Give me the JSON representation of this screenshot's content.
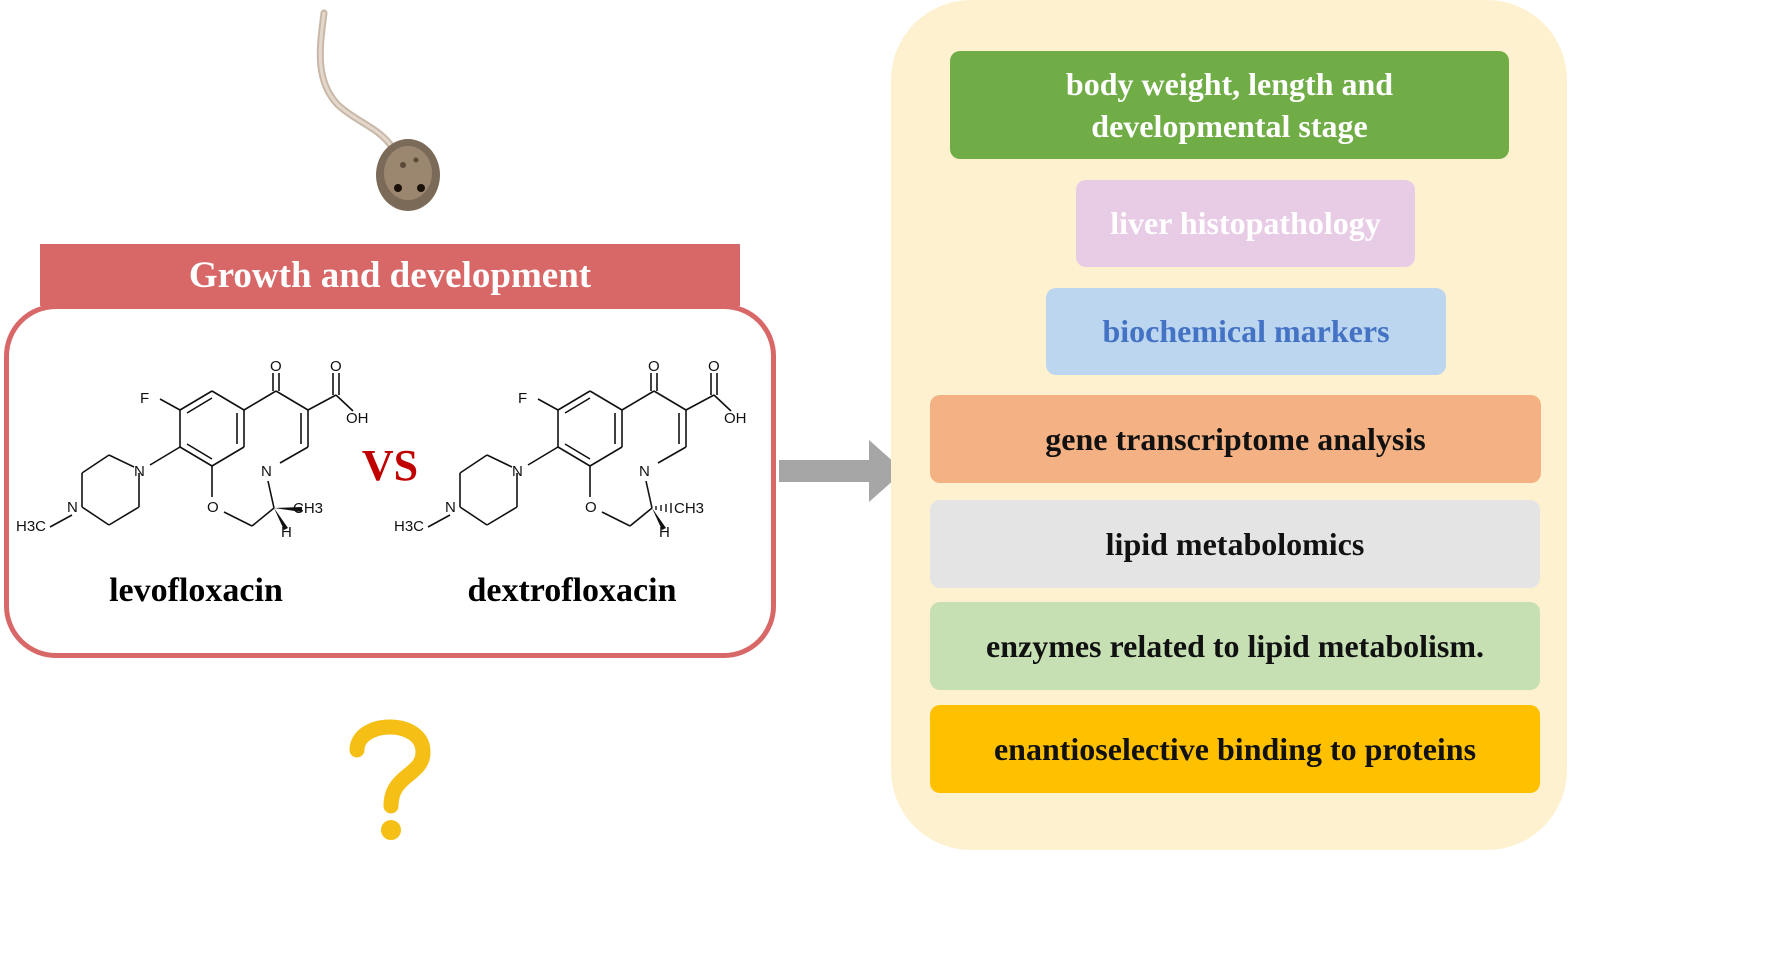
{
  "left_section": {
    "header": "Growth and development",
    "comparison_word": "VS",
    "drugs": [
      {
        "name": "levofloxacin"
      },
      {
        "name": "dextrofloxacin"
      }
    ],
    "molecule_atoms": {
      "fluorine": "F",
      "oxygen": "O",
      "hydroxyl": "OH",
      "nitrogen": "N",
      "methyl_amine": "H3C",
      "methyl": "CH3",
      "hydrogen": "H"
    },
    "question_mark": "?"
  },
  "right_section": {
    "endpoints": [
      {
        "line1": "body weight, length and",
        "line2": "developmental stage"
      },
      {
        "label": "liver histopathology"
      },
      {
        "label": "biochemical markers"
      },
      {
        "label": "gene transcriptome analysis"
      },
      {
        "label": "lipid metabolomics"
      },
      {
        "label": "enzymes  related to lipid metabolism."
      },
      {
        "label": "enantioselective binding to proteins"
      }
    ]
  },
  "colors": {
    "header_red": "#d86868",
    "vs_red": "#c00000",
    "question_gold": "#f5bf16",
    "arrow_gray": "#a6a6a6",
    "panel_cream": "#fef1cf",
    "green": "#71ad47",
    "pink": "#e8cce6",
    "light_blue": "#bbd6ee",
    "blue_text": "#4472c4",
    "orange": "#f4b183",
    "gray": "#e4e4e4",
    "light_green": "#c6e0b4",
    "gold": "#ffc000"
  },
  "icons": {
    "organism": "tadpole-icon",
    "unknown": "question-mark-icon",
    "flow": "right-arrow-icon"
  }
}
